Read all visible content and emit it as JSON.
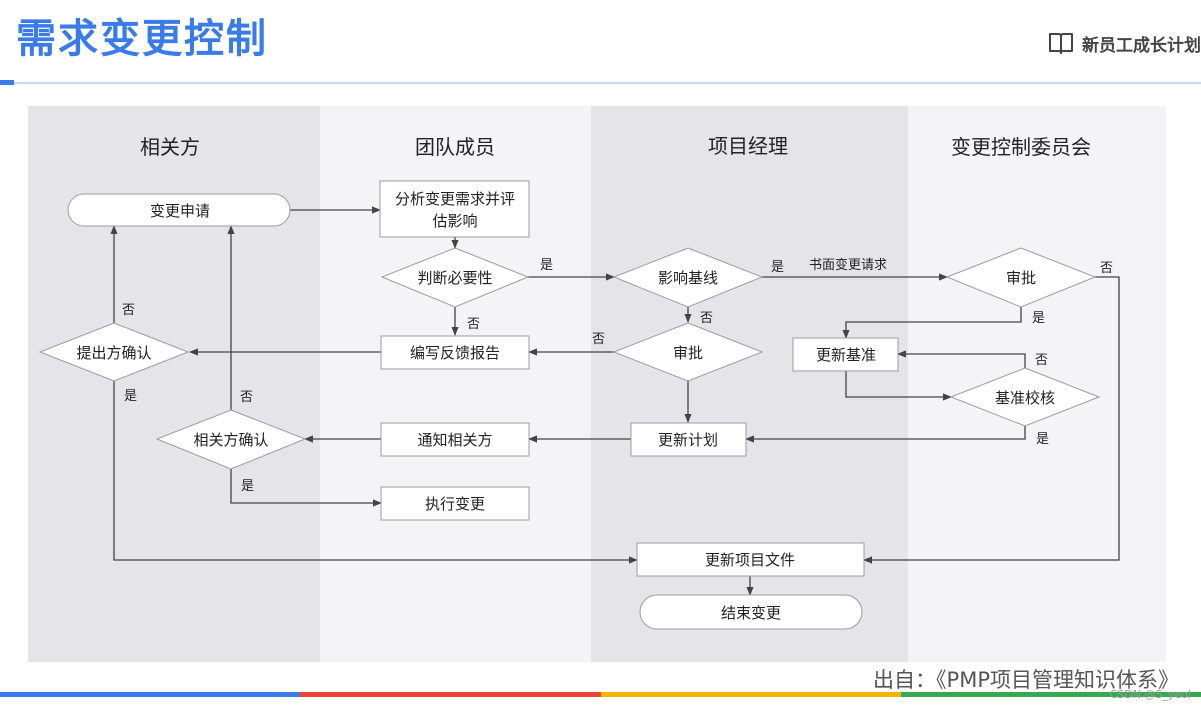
{
  "header": {
    "title": "需求变更控制",
    "brand": "新员工成长计划",
    "brand_icon": "book-icon"
  },
  "lanes": [
    "相关方",
    "团队成员",
    "项目经理",
    "变更控制委员会"
  ],
  "nodes": {
    "change_request": "变更申请",
    "analyze": "分析变更需求并评估影响",
    "analyze_line1": "分析变更需求并评",
    "analyze_line2": "估影响",
    "necessity": "判断必要性",
    "impact_baseline": "影响基线",
    "ccb_approve": "审批",
    "pm_approve": "审批",
    "update_baseline": "更新基准",
    "baseline_check": "基准校核",
    "feedback_report": "编写反馈报告",
    "submitter_confirm": "提出方确认",
    "stakeholder_confirm": "相关方确认",
    "notify": "通知相关方",
    "update_plan": "更新计划",
    "execute": "执行变更",
    "update_docs": "更新项目文件",
    "end": "结束变更"
  },
  "edge_labels": {
    "yes": "是",
    "no": "否",
    "written_request": "书面变更请求"
  },
  "footer": {
    "source": "出自：《PMP项目管理知识体系》",
    "watermark": "CSDN @S_yeol",
    "bar_colors": [
      "#3a7bea",
      "#e8453c",
      "#f4b400",
      "#34a853"
    ]
  },
  "colors": {
    "title": "#3a7bea",
    "lane_dark": "#e5e5e9",
    "lane_light": "#f4f3f6",
    "node_border": "#9c9c9c",
    "arrow": "#444444"
  }
}
